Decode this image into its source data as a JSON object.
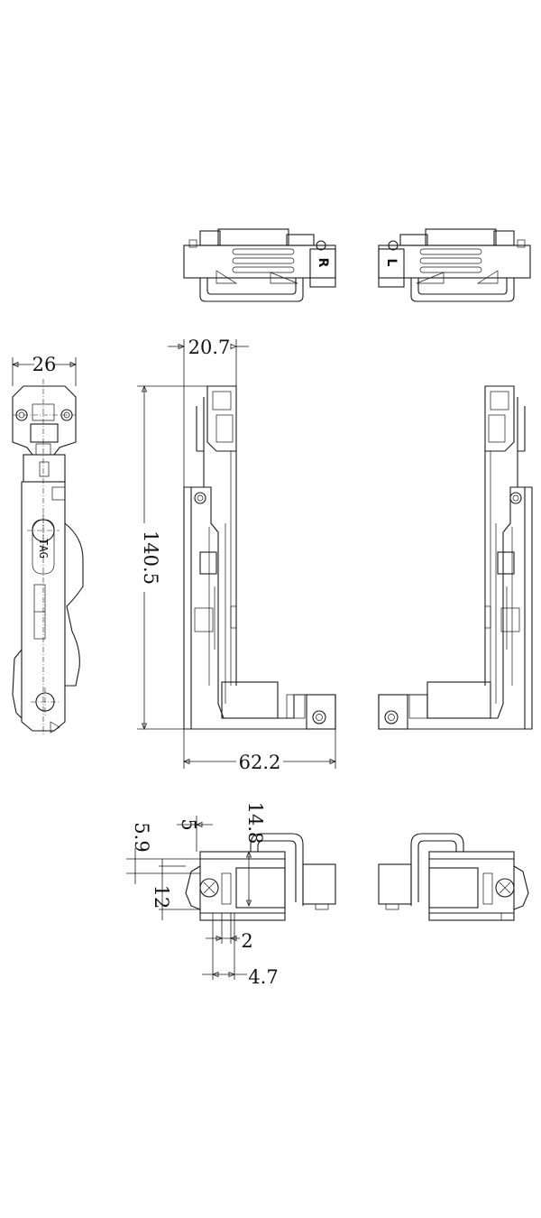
{
  "side_labels": {
    "right": "R",
    "left": "L"
  },
  "side_view_mark": "TAG",
  "dimensions": {
    "overall_height": "140.5",
    "overall_width": "62.2",
    "top_offset": "20.7",
    "side_width": "26",
    "bottom_a": "5",
    "bottom_b": "5.9",
    "bottom_c": "14.8",
    "bottom_d": "12",
    "bottom_e": "2",
    "bottom_f": "4.7"
  },
  "colors": {
    "line": "#1a1a1a",
    "background": "#ffffff"
  }
}
